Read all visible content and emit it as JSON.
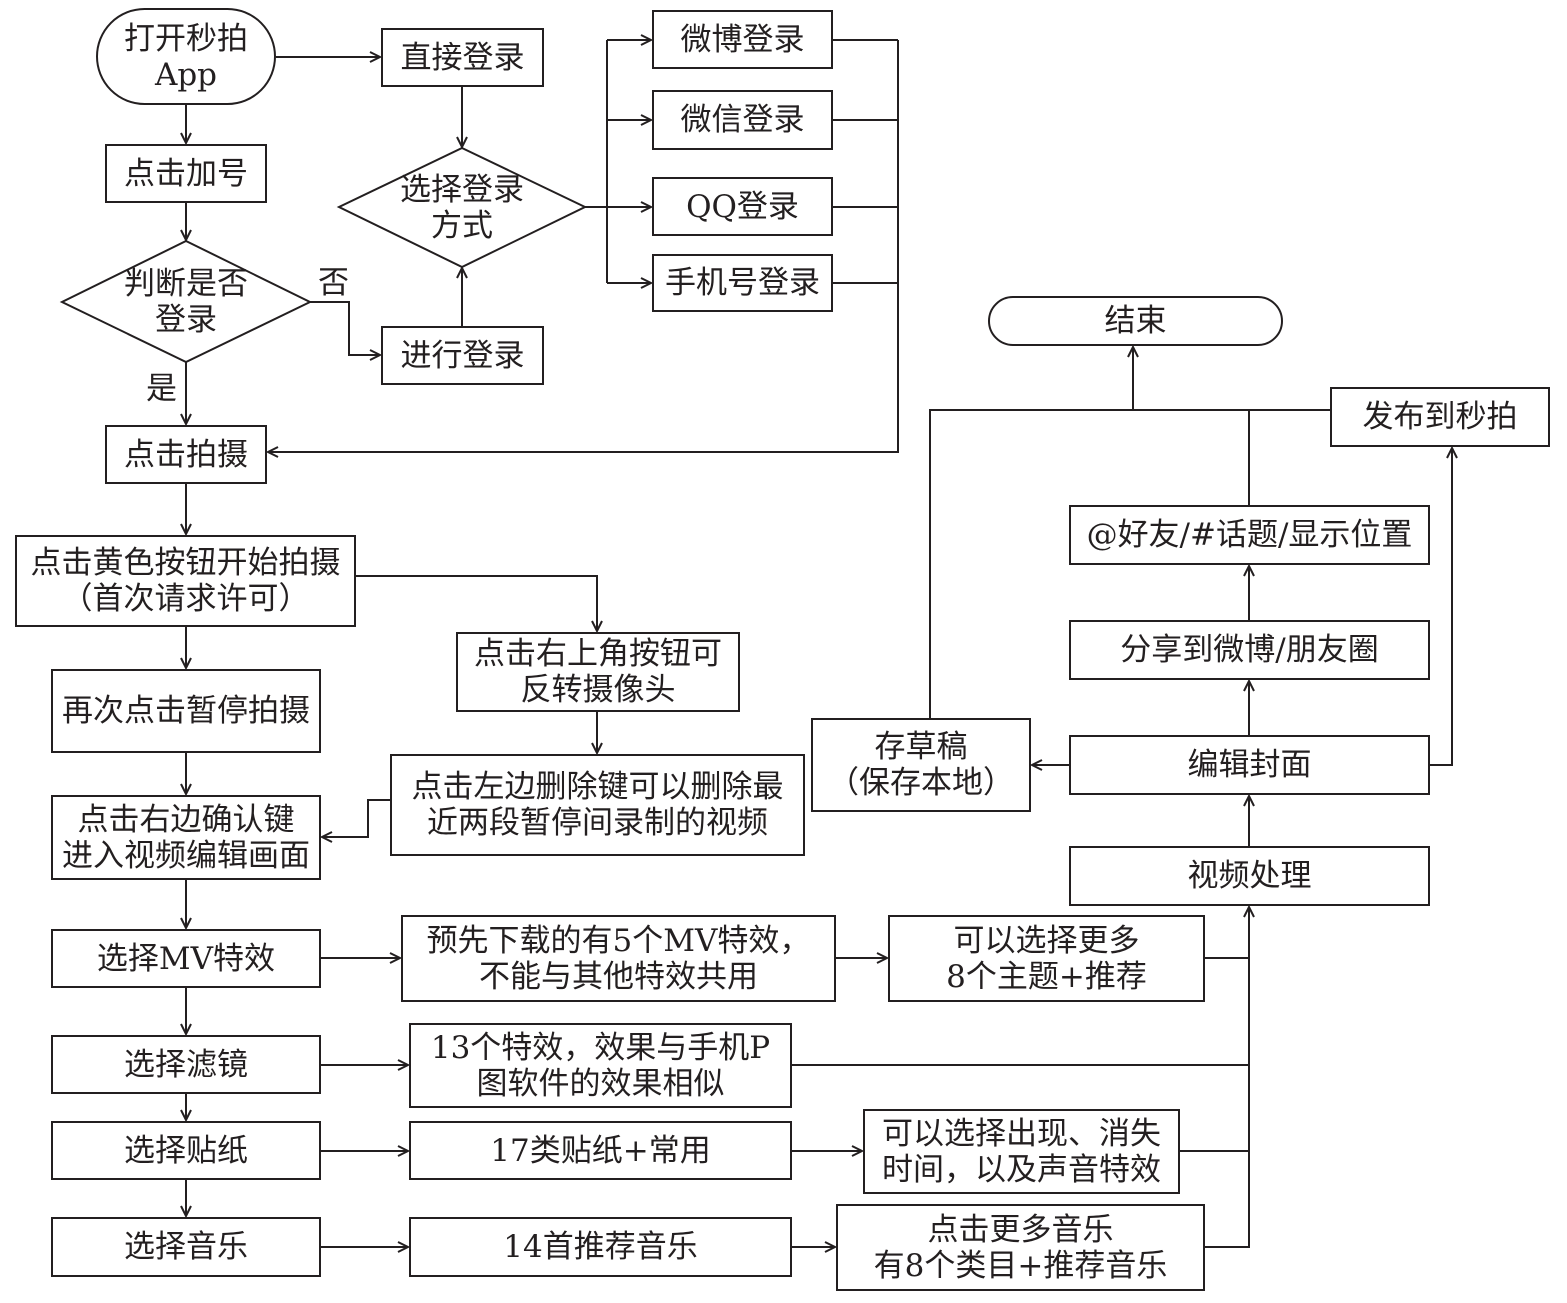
{
  "diagram": {
    "nodes": {
      "open_app": [
        "打开秒拍",
        "App"
      ],
      "direct_login": [
        "直接登录"
      ],
      "weibo_login": [
        "微博登录"
      ],
      "wechat_login": [
        "微信登录"
      ],
      "qq_login": [
        "QQ登录"
      ],
      "phone_login": [
        "手机号登录"
      ],
      "choose_login": [
        "选择登录",
        "方式"
      ],
      "click_plus": [
        "点击加号"
      ],
      "check_login": [
        "判断是否",
        "登录"
      ],
      "do_login": [
        "进行登录"
      ],
      "click_shoot": [
        "点击拍摄"
      ],
      "yellow_button": [
        "点击黄色按钮开始拍摄",
        "（首次请求许可）"
      ],
      "flip_camera": [
        "点击右上角按钮可",
        "反转摄像头"
      ],
      "pause": [
        "再次点击暂停拍摄"
      ],
      "delete_clip": [
        "点击左边删除键可以删除最",
        "近两段暂停间录制的视频"
      ],
      "confirm": [
        "点击右边确认键",
        "进入视频编辑画面"
      ],
      "mv_effect": [
        "选择MV特效"
      ],
      "mv_detail": [
        "预先下载的有5个MV特效，",
        "不能与其他特效共用"
      ],
      "mv_more": [
        "可以选择更多",
        "8个主题+推荐"
      ],
      "filter": [
        "选择滤镜"
      ],
      "filter_detail": [
        "13个特效，效果与手机P",
        "图软件的效果相似"
      ],
      "sticker": [
        "选择贴纸"
      ],
      "sticker_detail": [
        "17类贴纸+常用"
      ],
      "sticker_more": [
        "可以选择出现、消失",
        "时间，以及声音特效"
      ],
      "music": [
        "选择音乐"
      ],
      "music_detail": [
        "14首推荐音乐"
      ],
      "music_more": [
        "点击更多音乐",
        "有8个类目+推荐音乐"
      ],
      "video_processing": [
        "视频处理"
      ],
      "edit_cover": [
        "编辑封面"
      ],
      "save_draft": [
        "存草稿",
        "（保存本地）"
      ],
      "share": [
        "分享到微博/朋友圈"
      ],
      "mention": [
        "@好友/#话题/显示位置"
      ],
      "publish": [
        "发布到秒拍"
      ],
      "end": [
        "结束"
      ]
    },
    "edge_labels": {
      "no": "否",
      "yes": "是"
    }
  },
  "colors": {
    "line": "#231f20",
    "background": "#ffffff"
  }
}
